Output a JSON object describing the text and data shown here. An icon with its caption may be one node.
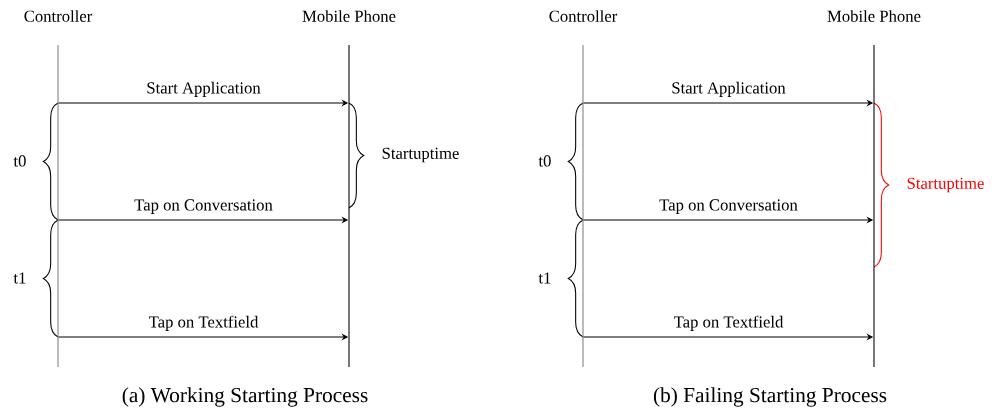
{
  "diagram": {
    "nodes": [
      {
        "text": [
          "Controller"
        ]
      },
      {
        "text": [
          "Mobile Phone"
        ]
      },
      {
        "text": [
          "Controller"
        ]
      },
      {
        "text": [
          "Mobile Phone"
        ]
      }
    ],
    "edges": [
      {
        "from": 0,
        "to": 1,
        "arrow": "to",
        "label": "Start Application"
      },
      {
        "from": 0,
        "to": 1,
        "arrow": "to",
        "label": "Tap on Conversation"
      },
      {
        "from": 0,
        "to": 1,
        "arrow": "to",
        "label": "Tap on Textfield"
      },
      {
        "from": 2,
        "to": 3,
        "arrow": "to",
        "label": "Start Application"
      },
      {
        "from": 2,
        "to": 3,
        "arrow": "to",
        "label": "Tap on Conversation"
      },
      {
        "from": 2,
        "to": 3,
        "arrow": "to",
        "label": "Tap on Textfield"
      }
    ],
    "labels": [
      "t0",
      "Startuptime",
      "t1",
      "(a) Working Starting Process",
      "t0",
      "Startuptime",
      "t1",
      "(b) Failing Starting Process"
    ]
  }
}
